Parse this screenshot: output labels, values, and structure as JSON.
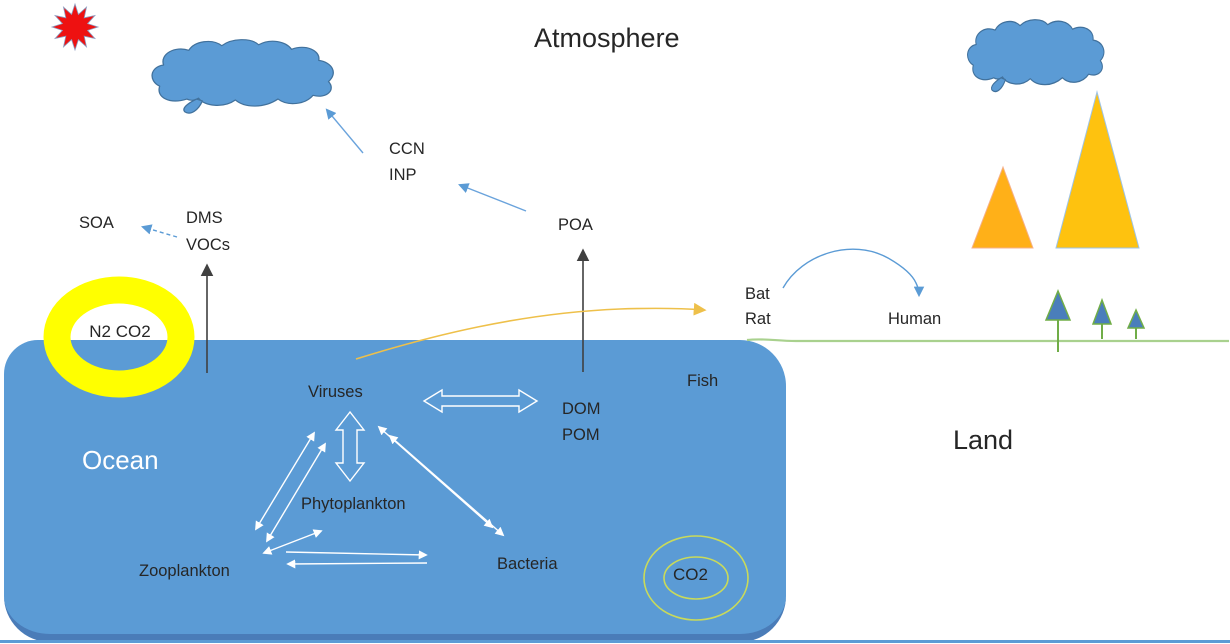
{
  "regions": {
    "atmosphere": "Atmosphere",
    "ocean": "Ocean",
    "land": "Land"
  },
  "aerosols": {
    "soa": "SOA",
    "dms": "DMS",
    "vocs": "VOCs",
    "ccn": "CCN",
    "inp": "INP",
    "poa": "POA"
  },
  "gases": {
    "n2_co2": "N2 CO2",
    "co2": "CO2"
  },
  "biota": {
    "viruses": "Viruses",
    "phytoplankton": "Phytoplankton",
    "zooplankton": "Zooplankton",
    "bacteria": "Bacteria",
    "fish": "Fish"
  },
  "matter": {
    "dom": "DOM",
    "pom": "POM"
  },
  "animals": {
    "bat": "Bat",
    "rat": "Rat",
    "human": "Human"
  },
  "colors": {
    "ocean_blue": "#5b9bd5",
    "ocean_bottom_edge": "#4a7cb8",
    "cloud_blue": "#5b9bd5",
    "cloud_outline": "#41719c",
    "sun_red": "#ee1111",
    "n2_co2_ring_yellow": "#ffff00",
    "co2_ring_green": "#c9da5a",
    "land_line_green": "#a9d18e",
    "tree_stem_green": "#70ad47",
    "tree_crown_blue": "#4a7ebb",
    "mountain_small_orange": "#ffb018",
    "mountain_large_orange": "#fec20f",
    "arrow_blue": "#5b9bd5",
    "arrow_black": "#404040",
    "arrow_yellow": "#eec04a",
    "arrow_white": "#ffffff"
  }
}
